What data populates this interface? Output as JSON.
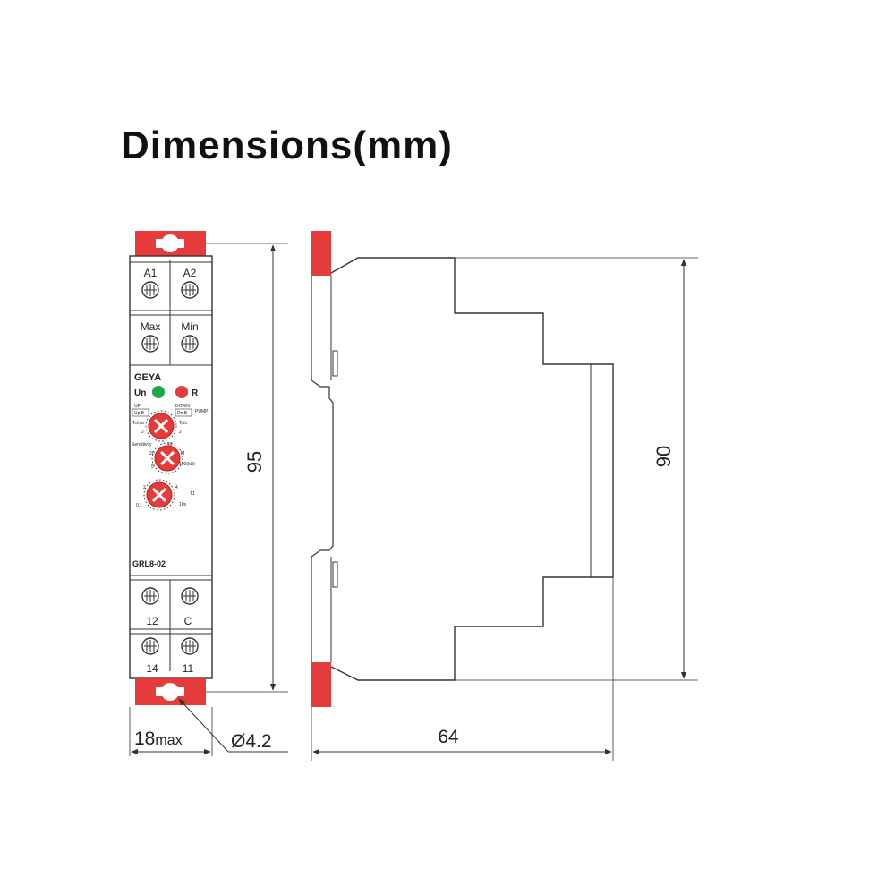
{
  "title": "Dimensions(mm)",
  "colors": {
    "accent": "#e63b3b",
    "led_green": "#1fa84a",
    "line": "#333333"
  },
  "front": {
    "brand": "GEYA",
    "model": "GRL8-02",
    "terminals_top": [
      "A1",
      "A2"
    ],
    "probe_labels": [
      "Max",
      "Min"
    ],
    "terminals_bottom_1": [
      "12",
      "C"
    ],
    "terminals_bottom_2": [
      "14",
      "11"
    ],
    "led_labels": [
      "Un",
      "R"
    ],
    "mode_labels": {
      "left_top": "UP",
      "right_top": "DOWN",
      "right_side": "PUMP",
      "left_box": "Up.B",
      "right_box": "Dn.B"
    },
    "knob1_ticks": [
      "Tc/ms",
      "Tc/s",
      "2",
      "2"
    ],
    "knob2_labels": {
      "left": "Sensitivity",
      "tl": "20",
      "tr": "40",
      "bl": "5",
      "br": "100(kΩ)",
      "r": "M"
    },
    "knob3_labels": {
      "tl": "2",
      "tr": "4",
      "bl": "0.1",
      "br": "10s",
      "r": "T1"
    }
  },
  "dimensions": {
    "height_front": "95",
    "height_side": "90",
    "width_front_value": "18",
    "width_front_unit": "max",
    "hole": "Ø4.2",
    "depth": "64"
  }
}
